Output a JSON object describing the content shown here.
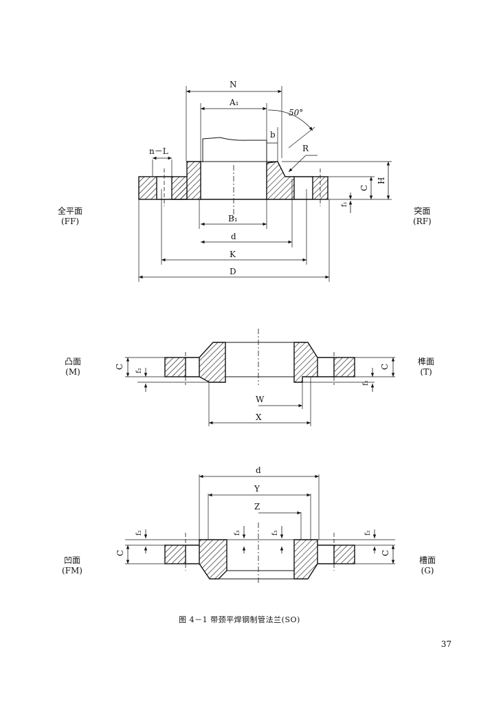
{
  "views": {
    "ff": {
      "cn": "全平面",
      "en": "(FF)"
    },
    "rf": {
      "cn": "突面",
      "en": "(RF)"
    },
    "m": {
      "cn": "凸面",
      "en": "(M)"
    },
    "t": {
      "cn": "榫面",
      "en": "(T)"
    },
    "fm": {
      "cn": "凹面",
      "en": "(FM)"
    },
    "g": {
      "cn": "槽面",
      "en": "(G)"
    }
  },
  "dims": {
    "n": "N",
    "a1": "A₁",
    "angle": "50°",
    "b": "b",
    "r": "R",
    "nl": "n－L",
    "h": "H",
    "c": "C",
    "f1": "f₁",
    "b1": "B₁",
    "d": "d",
    "k": "K",
    "dd": "D",
    "f2": "f₂",
    "w": "W",
    "x": "X",
    "y": "Y",
    "z": "Z",
    "f3": "f₃"
  },
  "caption": "图 4－1   带颈平焊钢制管法兰(SO)",
  "page_number": "37"
}
